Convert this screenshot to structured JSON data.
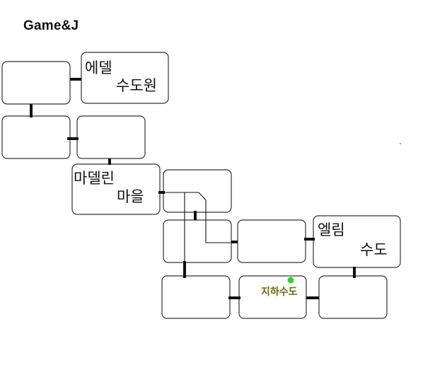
{
  "brand": {
    "logo_text": "Game&J"
  },
  "rooms": {
    "ethel_capital": {
      "line1": "에델",
      "line2": "수도원"
    },
    "madelin_village": {
      "line1": "마델린",
      "line2": "마을"
    },
    "elim_capital": {
      "line1": "엘림",
      "line2": "수도"
    },
    "sewer": {
      "label": "지하수도"
    }
  },
  "colors": {
    "room_border": "#333333",
    "connector": "#111111",
    "sewer_text": "#6b6b12",
    "marker": "#2fd42f"
  },
  "icons": {
    "player_marker": "green-dot-marker"
  }
}
